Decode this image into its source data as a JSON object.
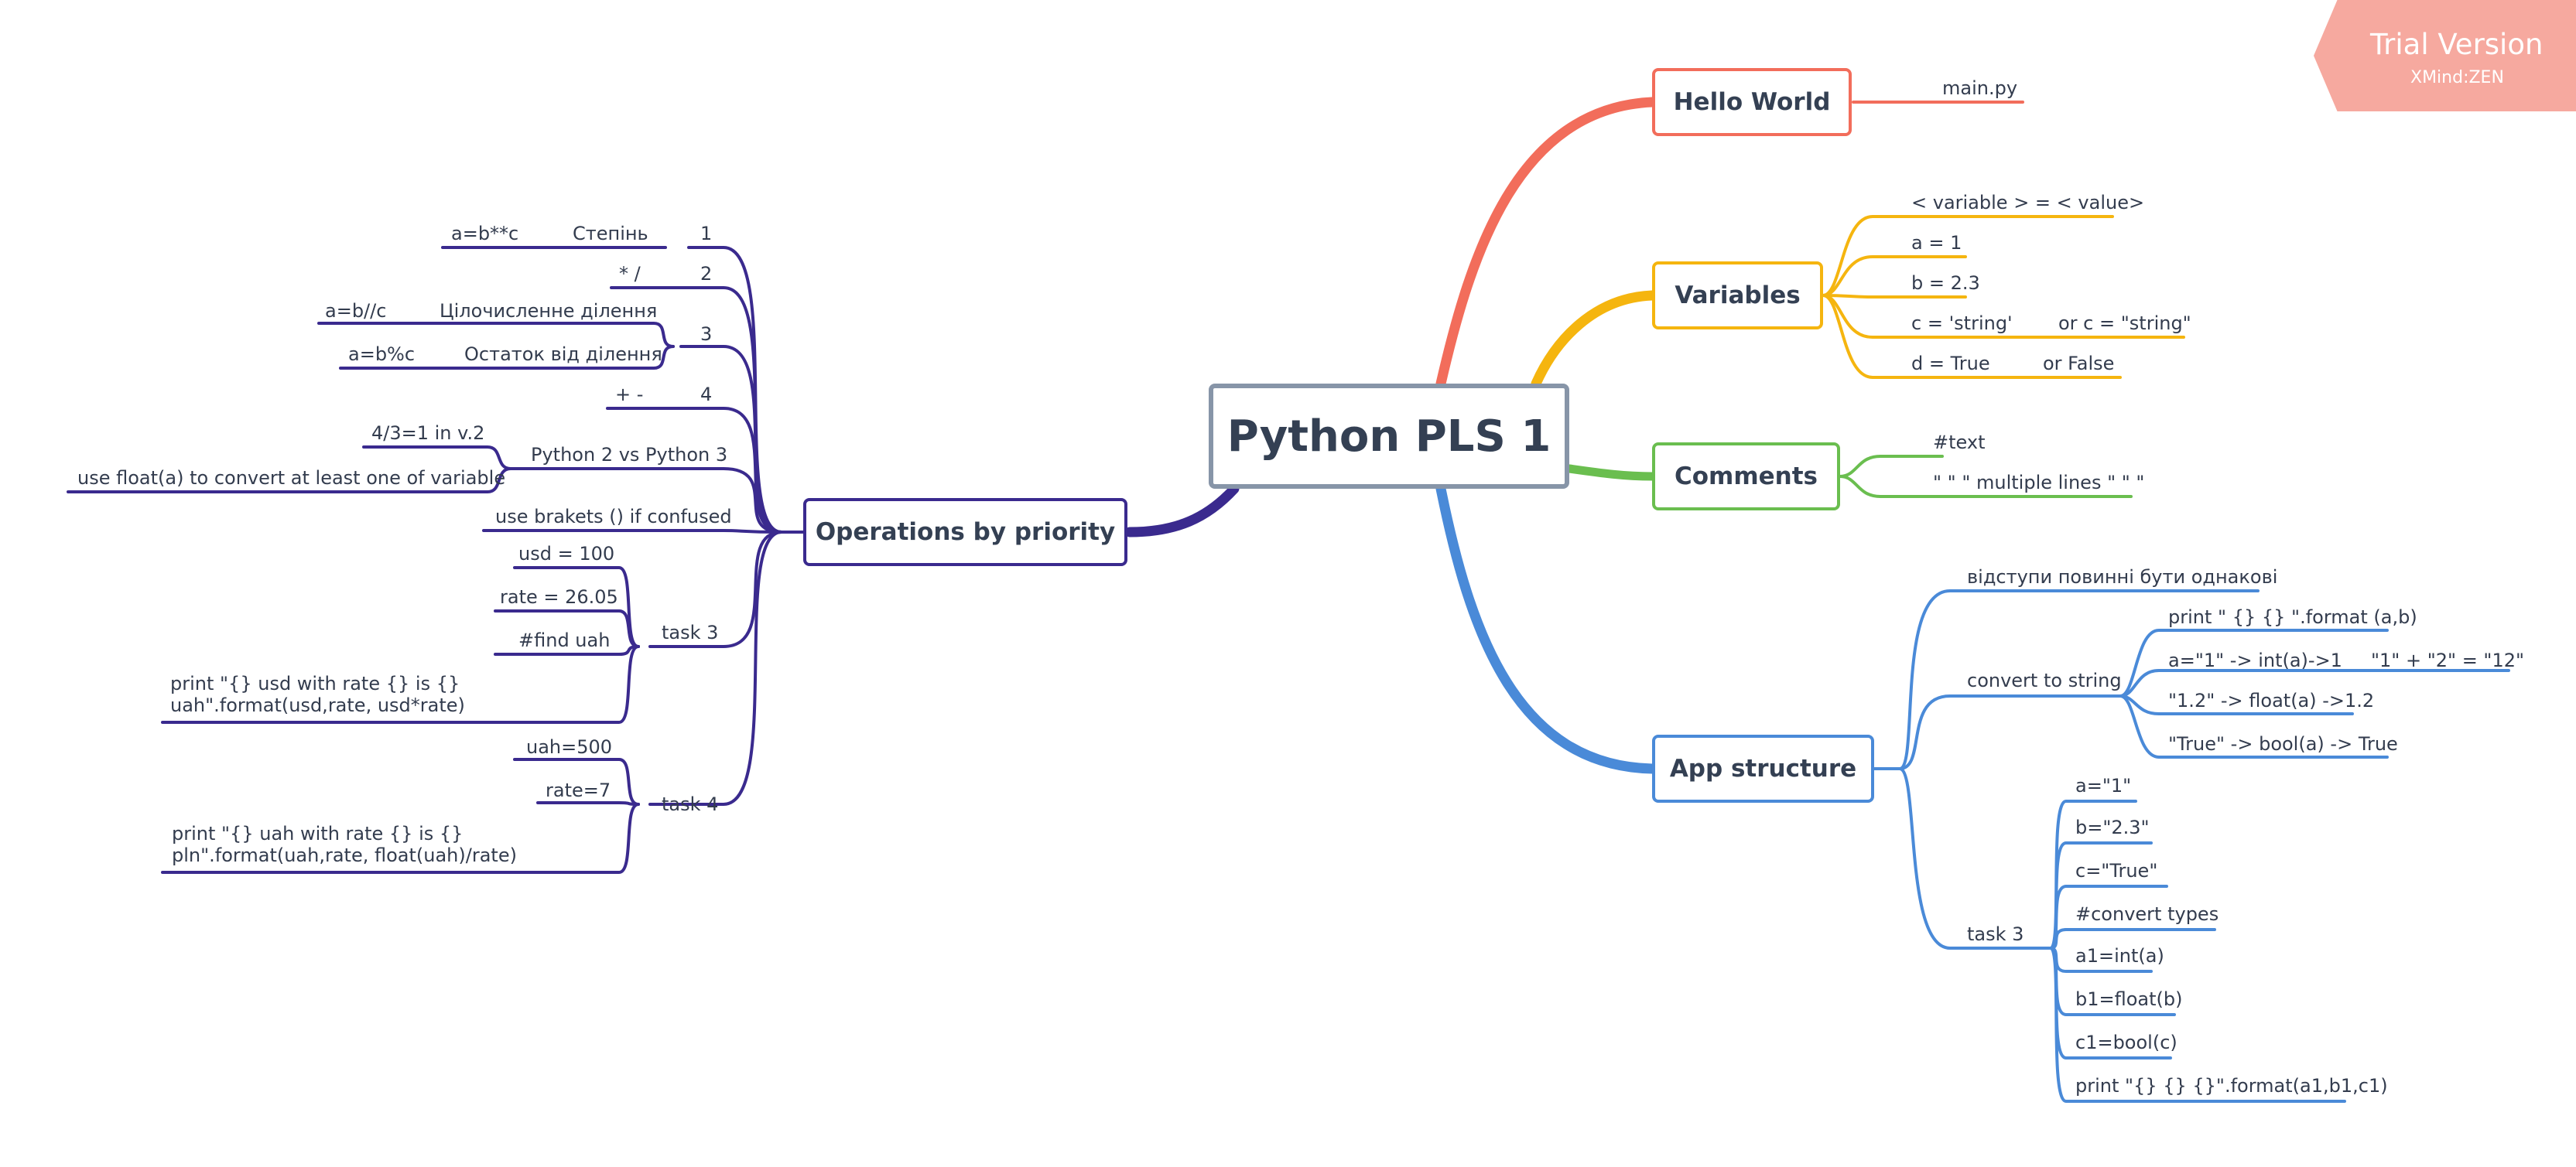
{
  "central": {
    "title": "Python PLS 1"
  },
  "colors": {
    "hello": "#f26d5b",
    "variables": "#f5b50f",
    "comments": "#6abe4f",
    "app": "#4a8ad8",
    "ops": "#3a2a8e"
  },
  "hello_world": {
    "title": "Hello World",
    "items": [
      "main.py"
    ]
  },
  "variables": {
    "title": "Variables",
    "items": [
      "< variable > = < value>",
      "a = 1",
      "b = 2.3",
      "c = 'string'",
      "or c = \"string\"",
      "d = True",
      "or False"
    ]
  },
  "comments": {
    "title": "Comments",
    "items": [
      "#text",
      "\" \" \" multiple lines \" \" \""
    ]
  },
  "app_structure": {
    "title": "App structure",
    "indent_note": "відступи повинні бути однакові",
    "convert": {
      "label": "convert to string",
      "items": [
        "print \" {} {} \".format (a,b)",
        "a=\"1\" -> int(a)->1",
        "\"1\" + \"2\" = \"12\"",
        "\"1.2\" -> float(a) ->1.2",
        "\"True\" -> bool(a) -> True"
      ]
    },
    "task3": {
      "label": "task 3",
      "items": [
        "a=\"1\"",
        "b=\"2.3\"",
        "c=\"True\"",
        "#convert types",
        "a1=int(a)",
        "b1=float(b)",
        "c1=bool(c)",
        "print \"{} {} {}\".format(a1,b1,c1)"
      ]
    }
  },
  "operations": {
    "title": "Operations by priority",
    "p1": {
      "label": "1",
      "name": "Степінь",
      "example": "a=b**c"
    },
    "p2": {
      "label": "2",
      "name": "* /"
    },
    "p3": {
      "label": "3",
      "items": [
        {
          "name": "Цілочисленне ділення",
          "example": "a=b//c"
        },
        {
          "name": "Остаток від ділення",
          "example": "a=b%c"
        }
      ]
    },
    "p4": {
      "label": "4",
      "name": "+ -"
    },
    "py2vs3": {
      "label": "Python 2 vs Python 3",
      "items": [
        "4/3=1 in v.2",
        "use float(a)  to convert at least one of variable"
      ]
    },
    "brackets": "use brakets () if confused",
    "task3": {
      "label": "task 3",
      "items": [
        "usd = 100",
        "rate = 26.05",
        "#find uah",
        "print \"{} usd with rate {} is {} uah\".format(usd,rate, usd*rate)"
      ]
    },
    "task4": {
      "label": "task 4",
      "items": [
        "uah=500",
        "rate=7",
        "print \"{} uah with rate {} is {} pln\".format(uah,rate, float(uah)/rate)"
      ]
    }
  },
  "watermark": {
    "title": "Trial Version",
    "subtitle": "XMind:ZEN"
  }
}
